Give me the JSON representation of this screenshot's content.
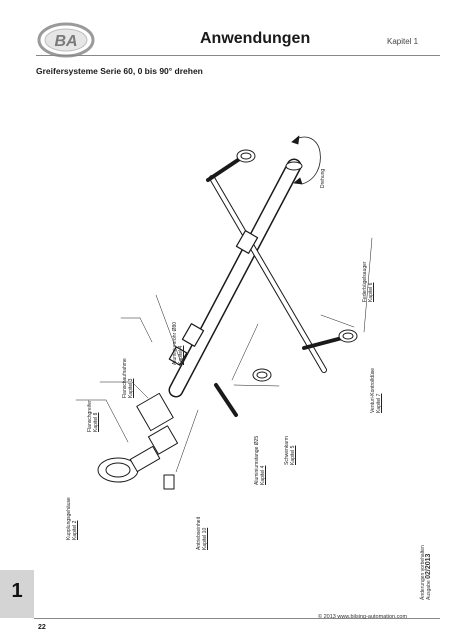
{
  "header": {
    "title": "Anwendungen",
    "chapter": "Kapitel 1",
    "logo_text": "BA"
  },
  "subtitle": "Greifersysteme Serie 60, 0 bis 90° drehen",
  "labels": {
    "drehung": "Drehung",
    "flanschgreifer": {
      "name": "Flanschgreifer",
      "ref": "Kapitel 8"
    },
    "flanschaufnahme": {
      "name": "Flanschaufnahme",
      "ref": "Kapitel 3"
    },
    "aluminiumrohr": {
      "name": "Aluminiumrohr Ø80",
      "ref": "Kapitel 4"
    },
    "kupplungsgehaeuse": {
      "name": "Kupplungsgehäuse",
      "ref": "Kapitel 2"
    },
    "antriebseinheit": {
      "name": "Antriebseinheit",
      "ref": "Kapitel 10"
    },
    "aluminiumstange": {
      "name": "Aluminiumstange Ø25",
      "ref": "Kapitel 4"
    },
    "schwenkarm": {
      "name": "Schwenkarm",
      "ref": "Kapitel 5"
    },
    "venturi": {
      "name": "Venturi-Kontrolldüse",
      "ref": "Kapitel 7"
    },
    "federbuegel": {
      "name": "Federbügelsauger",
      "ref": "Kapitel 6"
    }
  },
  "sidetab_number": "1",
  "page_number": "22",
  "copyright": "© 2013 www.bilsing-automation.com",
  "footer": {
    "line1": "Änderungen vorbehalten",
    "line2_prefix": "Ausgabe ",
    "edition": "02/2013"
  }
}
